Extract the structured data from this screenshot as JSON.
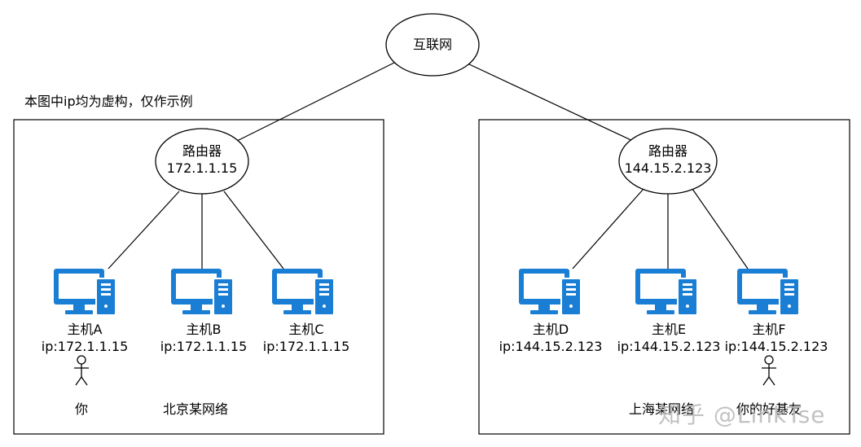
{
  "note": "本图中ip均为虚构，仅作示例",
  "internet": {
    "label": "互联网"
  },
  "beijing": {
    "router": {
      "label": "路由器",
      "ip": "172.1.1.15"
    },
    "hosts": [
      {
        "name": "主机A",
        "ip": "ip:172.1.1.15"
      },
      {
        "name": "主机B",
        "ip": "ip:172.1.1.15"
      },
      {
        "name": "主机C",
        "ip": "ip:172.1.1.15"
      }
    ],
    "person": "你",
    "network_label": "北京某网络"
  },
  "shanghai": {
    "router": {
      "label": "路由器",
      "ip": "144.15.2.123"
    },
    "hosts": [
      {
        "name": "主机D",
        "ip": "ip:144.15.2.123"
      },
      {
        "name": "主机E",
        "ip": "ip:144.15.2.123"
      },
      {
        "name": "主机F",
        "ip": "ip:144.15.2.123"
      }
    ],
    "person": "你的好基友",
    "network_label": "上海某网络"
  },
  "watermark": "知乎 @LinkTse",
  "colors": {
    "monitor": "#1a7fd4",
    "screen": "#ffffff",
    "line": "#000000"
  }
}
